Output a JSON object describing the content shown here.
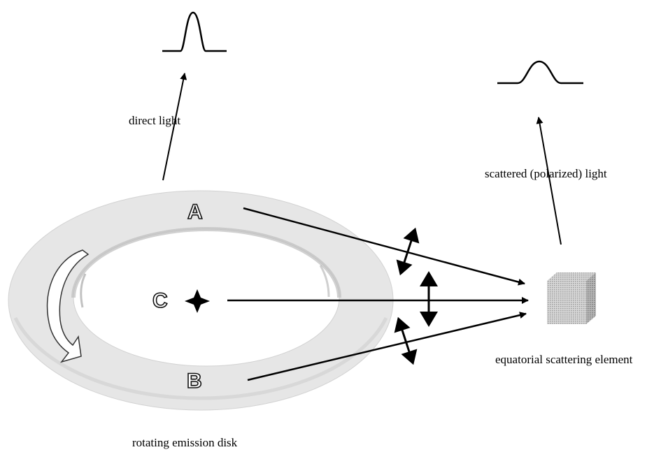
{
  "labels": {
    "direct_light": "direct light",
    "scattered_light": "scattered (polarized) light",
    "scattering_element": "equatorial scattering element",
    "disk": "rotating emission disk",
    "point_a": "A",
    "point_b": "B",
    "point_c": "C"
  },
  "colors": {
    "disk_fill": "#e6e6e6",
    "disk_rim": "#cfcfcf",
    "line": "#000000",
    "cube_light": "#d6d6d6",
    "cube_dark": "#9a9a9a"
  }
}
